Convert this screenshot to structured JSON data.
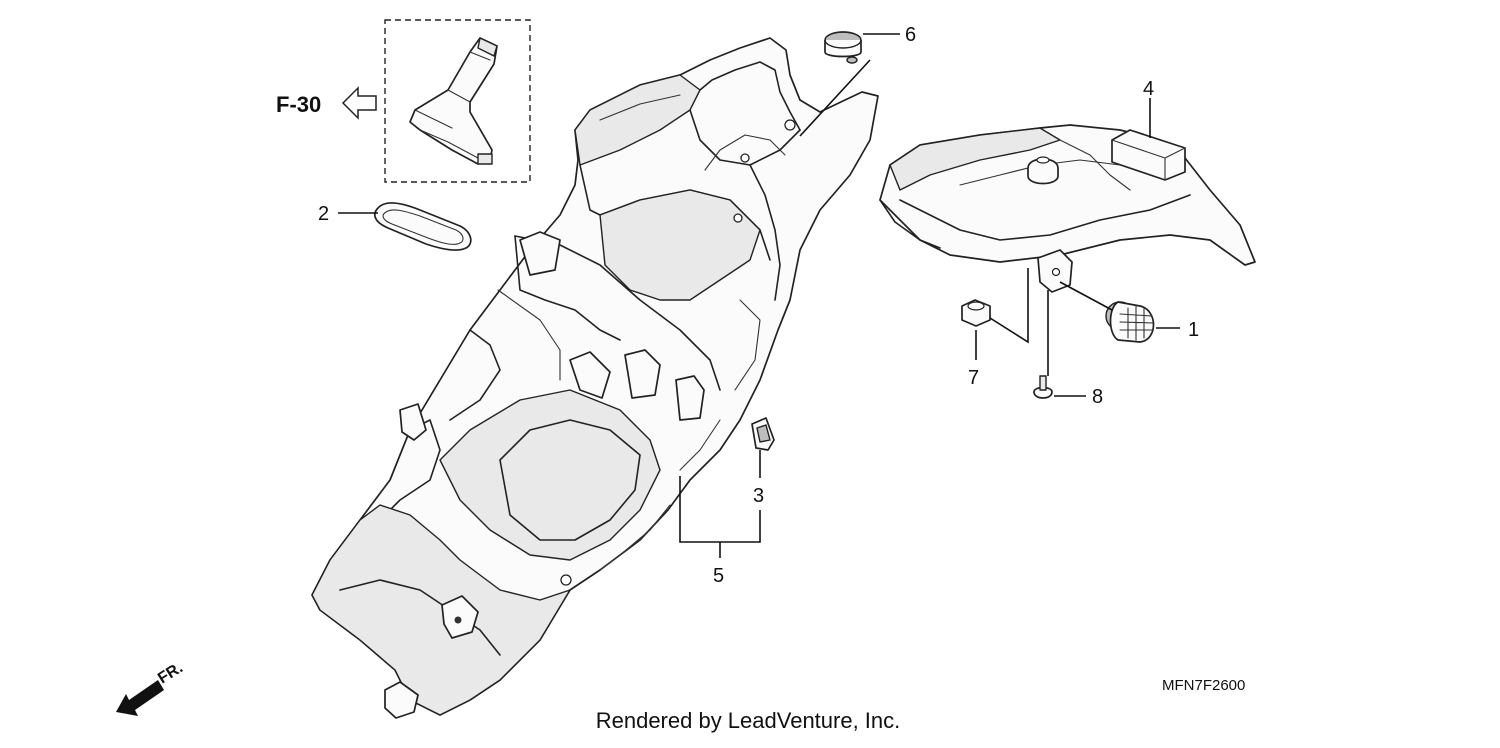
{
  "diagram": {
    "reference": "F-30",
    "drawing_code": "MFN7F2600",
    "front_label": "FR.",
    "credit": "Rendered by LeadVenture, Inc.",
    "callouts": [
      "1",
      "2",
      "3",
      "4",
      "5",
      "6",
      "7",
      "8"
    ]
  }
}
